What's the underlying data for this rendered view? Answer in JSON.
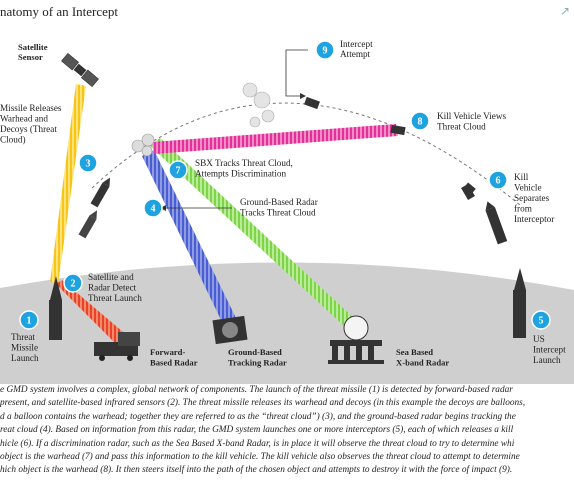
{
  "title": "natomy of an Intercept",
  "labels": {
    "satellite_sensor": [
      "Satellite",
      "Sensor"
    ],
    "missile_releases": [
      "Missile Releases",
      "Warhead and",
      "Decoys (Threat",
      "Cloud)"
    ],
    "threat_missile_launch": [
      "Threat",
      "Missile",
      "Launch"
    ],
    "satellite_radar_detect": [
      "Satellite and",
      "Radar Detect",
      "Threat Launch"
    ],
    "sbx_tracks": [
      "SBX Tracks Threat Cloud,",
      "Attempts Discrimination"
    ],
    "ground_radar_tracks": [
      "Ground-Based Radar",
      "Tracks Threat Cloud"
    ],
    "intercept_attempt": [
      "Intercept",
      "Attempt"
    ],
    "kill_vehicle_views": [
      "Kill Vehicle Views",
      "Threat Cloud"
    ],
    "kill_vehicle_separates": [
      "Kill",
      "Vehicle",
      "Separates",
      "from",
      "Interceptor"
    ],
    "us_interceptor_launch": [
      "US",
      "Intercept",
      "Launch"
    ],
    "forward_radar": [
      "Forward-",
      "Based Radar"
    ],
    "ground_tracking_radar": [
      "Ground-Based",
      "Tracking Radar"
    ],
    "sea_based_radar": [
      "Sea Based",
      "X-band Radar"
    ]
  },
  "badges": [
    "1",
    "2",
    "3",
    "4",
    "5",
    "6",
    "7",
    "8",
    "9"
  ],
  "caption_lines": [
    "e GMD system involves a complex, global network of components. The launch of the threat missile (1) is detected by forward-based radar",
    "present, and satellite-based infrared sensors (2). The threat missile releases its warhead and decoys (in this example the decoys are balloons,",
    "d a balloon contains the warhead; together they are referred to as the “threat cloud”) (3), and the ground-based radar begins tracking the",
    "reat cloud (4). Based on information from this radar, the GMD system launches one or more interceptors (5), each of which releases a kill",
    "hicle (6). If a discrimination radar, such as the Sea Based X-band Radar, is in place it will observe the threat cloud to try to determine whi",
    "object is the warhead (7) and pass this information to the kill vehicle. The kill vehicle also observes the threat cloud to attempt to determine",
    "hich object is the warhead (8). It then steers itself into the path of the chosen object and attempts to destroy it with the force of impact (9)."
  ],
  "colors": {
    "badge": "#1fa3e0",
    "ground": "#cfcfcf",
    "beam_yellow": "#f5c518",
    "beam_red": "#e8432a",
    "beam_blue": "#4a5fcf",
    "beam_green": "#7dd34a",
    "beam_magenta": "#e0329a"
  }
}
